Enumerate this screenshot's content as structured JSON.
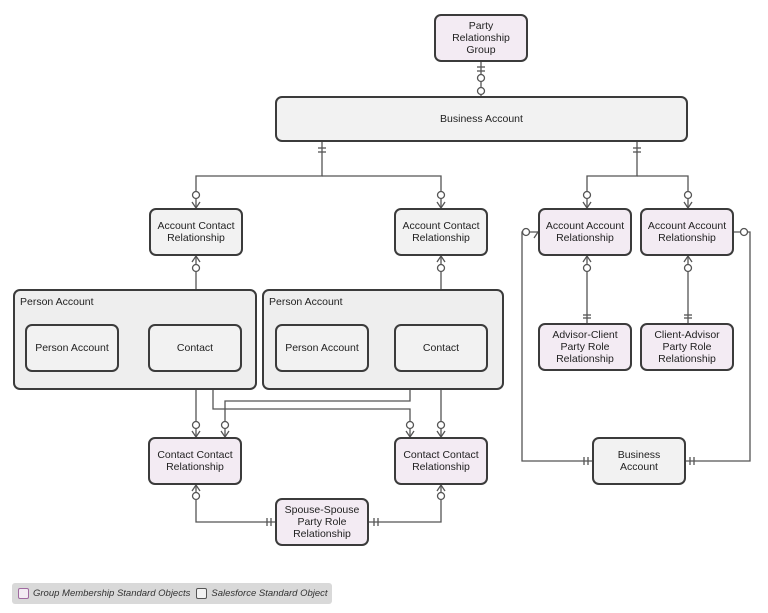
{
  "colors": {
    "group_fill": "#f3ebf3",
    "standard_fill": "#f2f2f2",
    "container_fill": "#eeeeee",
    "stroke": "#3b3b3b"
  },
  "nodes": {
    "party_relationship_group": "Party\nRelationship\nGroup",
    "business_account_top": "Business Account",
    "acr_left": "Account Contact\nRelationship",
    "acr_right": "Account Contact\nRelationship",
    "aar_left": "Account Account\nRelationship",
    "aar_right": "Account Account\nRelationship",
    "person_account_container_left": "Person Account",
    "person_account_container_right": "Person Account",
    "person_account_left": "Person Account",
    "contact_left": "Contact",
    "person_account_right": "Person Account",
    "contact_right": "Contact",
    "advisor_client_prr": "Advisor-Client\nParty Role\nRelationship",
    "client_advisor_prr": "Client-Advisor\nParty Role\nRelationship",
    "business_account_bottom": "Business\nAccount",
    "ccr_left": "Contact Contact\nRelationship",
    "ccr_right": "Contact Contact\nRelationship",
    "spouse_prr": "Spouse-Spouse\nParty Role\nRelationship"
  },
  "legend": {
    "group_membership": "Group Membership Standard Objects",
    "salesforce_standard": "Salesforce Standard Object"
  }
}
